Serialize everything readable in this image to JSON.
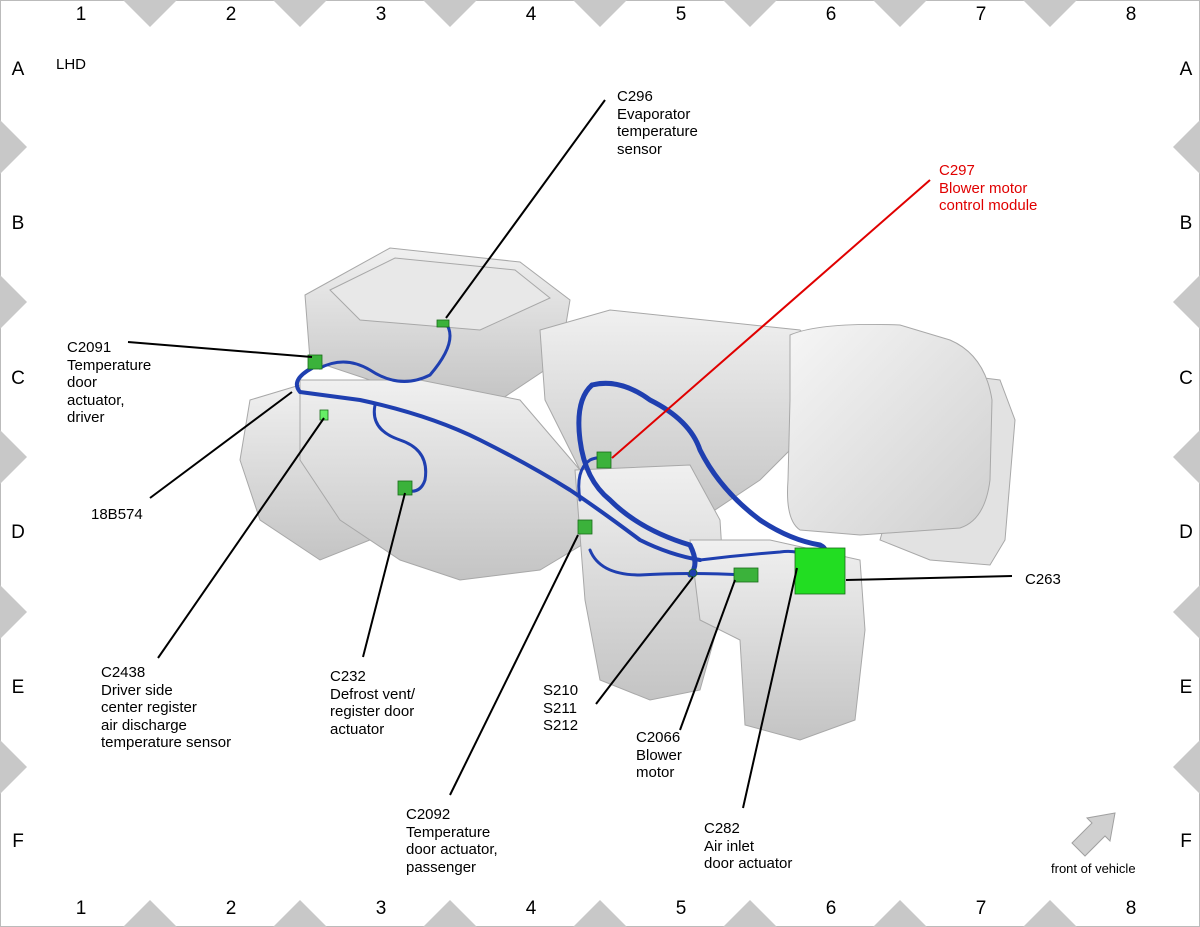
{
  "grid": {
    "columns": [
      "1",
      "2",
      "3",
      "4",
      "5",
      "6",
      "7",
      "8"
    ],
    "rows": [
      "A",
      "B",
      "C",
      "D",
      "E",
      "F"
    ]
  },
  "view_tag": "LHD",
  "front_label": "front of vehicle",
  "callouts": {
    "c296": [
      "C296",
      "Evaporator",
      "temperature",
      "sensor"
    ],
    "c297": [
      "C297",
      "Blower motor",
      "control module"
    ],
    "c2091": [
      "C2091",
      "Temperature",
      "door",
      "actuator,",
      "driver"
    ],
    "w18b574": [
      "18B574"
    ],
    "c2438": [
      "C2438",
      "Driver side",
      "center register",
      "air discharge",
      "temperature sensor"
    ],
    "c232": [
      "C232",
      "Defrost vent/",
      "register door",
      "actuator"
    ],
    "c2092": [
      "C2092",
      "Temperature",
      "door actuator,",
      "passenger"
    ],
    "s210": [
      "S210",
      "S211",
      "S212"
    ],
    "c2066": [
      "C2066",
      "Blower",
      "motor"
    ],
    "c282": [
      "C282",
      "Air inlet",
      "door actuator"
    ],
    "c263": [
      "C263"
    ]
  },
  "colors": {
    "highlight_callout": "#e00000",
    "harness": "#1f3fb0",
    "connector": "#3bb23b",
    "connector_highlight": "#22dd22",
    "body_gray": "#dcdcdc",
    "marker_gray": "#c8c8c8"
  }
}
